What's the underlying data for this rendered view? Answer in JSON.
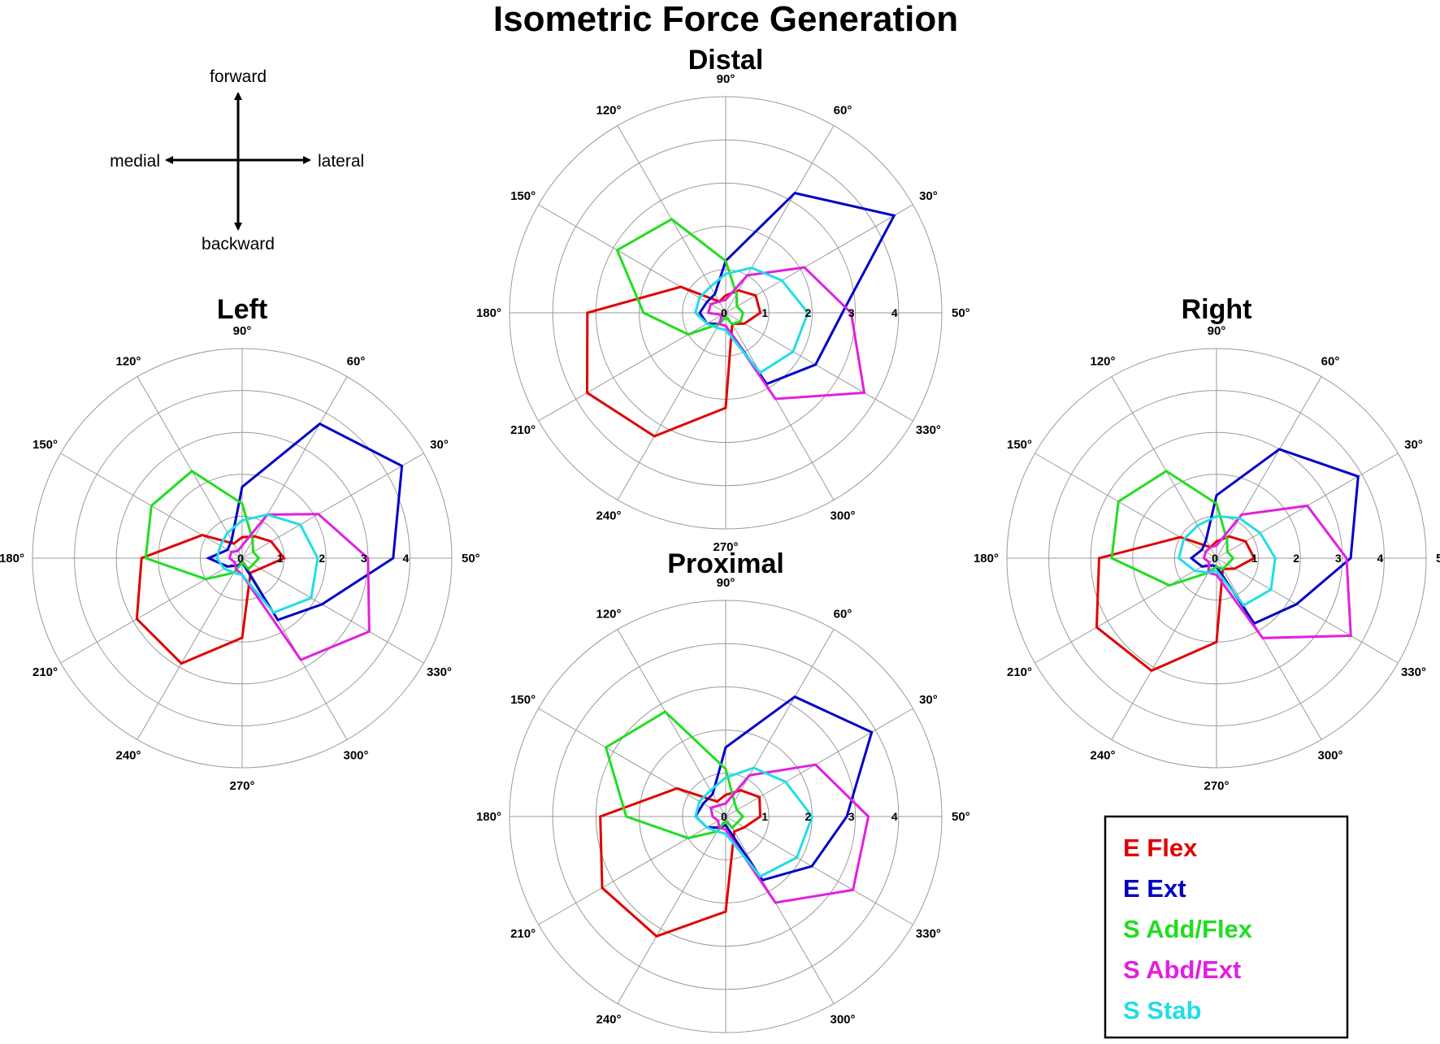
{
  "figure": {
    "title": "Isometric Force Generation",
    "compass": {
      "up": "forward",
      "down": "backward",
      "left": "medial",
      "right": "lateral"
    },
    "angle_labels": [
      "90°",
      "60°",
      "30°",
      "50°",
      "330°",
      "300°",
      "270°",
      "240°",
      "210°",
      "180°",
      "150°",
      "120°"
    ],
    "radial_labels": [
      "0",
      "1",
      "2",
      "3",
      "4"
    ],
    "legend": [
      {
        "label": "E Flex",
        "color": "#e00000"
      },
      {
        "label": "E Ext",
        "color": "#0000c8"
      },
      {
        "label": "S Add/Flex",
        "color": "#22dd22"
      },
      {
        "label": "S Abd/Ext",
        "color": "#e020e0"
      },
      {
        "label": "S Stab",
        "color": "#22dde6"
      }
    ]
  },
  "chart_data": [
    {
      "type": "polar-line",
      "title": "Distal",
      "angles": [
        0,
        30,
        60,
        90,
        120,
        150,
        180,
        210,
        240,
        270,
        300,
        330
      ],
      "rlim": [
        0,
        5
      ],
      "series": [
        {
          "name": "E Flex",
          "values": [
            0.8,
            0.8,
            0.6,
            0.4,
            0.3,
            1.2,
            3.2,
            3.7,
            3.3,
            2.2,
            0.3,
            0.5
          ]
        },
        {
          "name": "E Ext",
          "values": [
            2.7,
            4.5,
            3.2,
            1.2,
            0.5,
            0.5,
            0.6,
            0.5,
            0.3,
            0.3,
            1.9,
            2.4
          ]
        },
        {
          "name": "S Add/Flex",
          "values": [
            0.4,
            0.3,
            0.5,
            1.2,
            2.5,
            2.9,
            1.9,
            1.0,
            0.3,
            0.1,
            0.3,
            0.4
          ]
        },
        {
          "name": "S Abd/Ext",
          "values": [
            2.9,
            2.1,
            1.0,
            0.3,
            0.3,
            0.4,
            0.4,
            0.1,
            0.3,
            0.3,
            2.3,
            3.7
          ]
        },
        {
          "name": "S Stab",
          "values": [
            1.9,
            1.5,
            1.2,
            0.9,
            0.7,
            0.7,
            0.7,
            0.5,
            0.4,
            0.4,
            1.6,
            1.8
          ]
        }
      ]
    },
    {
      "type": "polar-line",
      "title": "Left",
      "angles": [
        0,
        30,
        60,
        90,
        120,
        150,
        180,
        210,
        240,
        270,
        300,
        330
      ],
      "rlim": [
        0,
        5
      ],
      "series": [
        {
          "name": "E Flex",
          "values": [
            1.0,
            0.8,
            0.6,
            0.5,
            0.4,
            1.1,
            2.4,
            2.9,
            2.9,
            1.9,
            0.4,
            0.5
          ]
        },
        {
          "name": "E Ext",
          "values": [
            3.6,
            4.4,
            3.7,
            1.7,
            0.5,
            0.4,
            0.8,
            0.4,
            0.2,
            0.1,
            1.7,
            2.2
          ]
        },
        {
          "name": "S Add/Flex",
          "values": [
            0.4,
            0.3,
            0.5,
            1.3,
            2.4,
            2.5,
            2.3,
            1.0,
            0.4,
            0.1,
            0.3,
            0.3
          ]
        },
        {
          "name": "S Abd/Ext",
          "values": [
            3.0,
            2.1,
            1.2,
            0.3,
            0.2,
            0.3,
            0.3,
            0.2,
            0.3,
            0.4,
            2.8,
            3.5
          ]
        },
        {
          "name": "S Stab",
          "values": [
            1.8,
            1.6,
            1.2,
            0.9,
            0.7,
            0.6,
            0.6,
            0.5,
            0.4,
            0.4,
            1.5,
            1.9
          ]
        }
      ]
    },
    {
      "type": "polar-line",
      "title": "Right",
      "angles": [
        0,
        30,
        60,
        90,
        120,
        150,
        180,
        210,
        240,
        270,
        300,
        330
      ],
      "rlim": [
        0,
        5
      ],
      "series": [
        {
          "name": "E Flex",
          "values": [
            0.9,
            0.8,
            0.6,
            0.4,
            0.3,
            1.0,
            2.8,
            3.3,
            3.1,
            2.0,
            0.3,
            0.5
          ]
        },
        {
          "name": "E Ext",
          "values": [
            3.2,
            3.9,
            3.0,
            1.5,
            0.5,
            0.4,
            0.6,
            0.4,
            0.2,
            0.2,
            1.8,
            2.2
          ]
        },
        {
          "name": "S Add/Flex",
          "values": [
            0.4,
            0.3,
            0.5,
            1.3,
            2.4,
            2.7,
            2.5,
            1.3,
            0.4,
            0.2,
            0.3,
            0.3
          ]
        },
        {
          "name": "S Abd/Ext",
          "values": [
            3.1,
            2.5,
            1.2,
            0.3,
            0.3,
            0.3,
            0.3,
            0.2,
            0.4,
            0.4,
            2.2,
            3.7
          ]
        },
        {
          "name": "S Stab",
          "values": [
            1.4,
            1.2,
            1.1,
            1.0,
            0.9,
            0.9,
            0.9,
            0.6,
            0.4,
            0.3,
            1.3,
            1.5
          ]
        }
      ]
    },
    {
      "type": "polar-line",
      "title": "Proximal",
      "angles": [
        0,
        30,
        60,
        90,
        120,
        150,
        180,
        210,
        240,
        270,
        300,
        330
      ],
      "rlim": [
        0,
        5
      ],
      "series": [
        {
          "name": "E Flex",
          "values": [
            0.8,
            0.9,
            0.7,
            0.5,
            0.4,
            1.3,
            2.9,
            3.3,
            3.2,
            2.2,
            0.4,
            0.5
          ]
        },
        {
          "name": "E Ext",
          "values": [
            2.8,
            3.9,
            3.2,
            1.6,
            0.6,
            0.6,
            0.7,
            0.5,
            0.3,
            0.2,
            1.7,
            2.3
          ]
        },
        {
          "name": "S Add/Flex",
          "values": [
            0.4,
            0.3,
            0.4,
            1.1,
            2.8,
            3.2,
            2.3,
            1.0,
            0.4,
            0.1,
            0.3,
            0.3
          ]
        },
        {
          "name": "S Abd/Ext",
          "values": [
            3.3,
            2.4,
            1.1,
            0.3,
            0.3,
            0.4,
            0.3,
            0.2,
            0.3,
            0.3,
            2.3,
            3.4
          ]
        },
        {
          "name": "S Stab",
          "values": [
            2.0,
            1.6,
            1.3,
            0.9,
            0.7,
            0.7,
            0.7,
            0.5,
            0.4,
            0.4,
            1.6,
            1.9
          ]
        }
      ]
    }
  ]
}
